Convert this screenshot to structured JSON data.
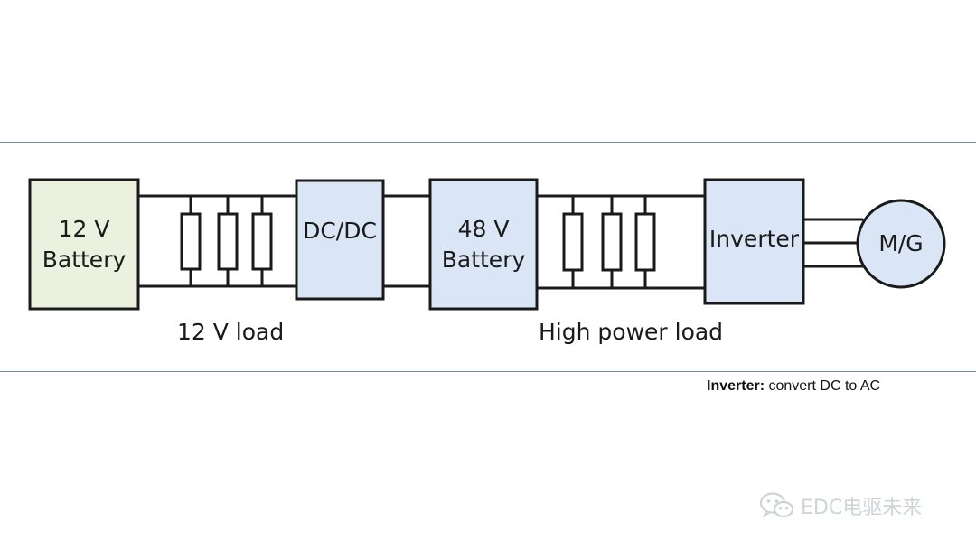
{
  "blocks": {
    "battery12": {
      "line1": "12 V",
      "line2": "Battery",
      "fill": "#ebf1de"
    },
    "dcdc": {
      "label": "DC/DC",
      "fill": "#dae5f5"
    },
    "battery48": {
      "line1": "48 V",
      "line2": "Battery",
      "fill": "#dae5f5"
    },
    "inverter": {
      "label": "Inverter",
      "fill": "#dae5f5"
    },
    "mg": {
      "label": "M/G"
    }
  },
  "captions": {
    "load12": "12 V load",
    "highpower": "High power load"
  },
  "note": {
    "term": "Inverter:",
    "text": " convert DC to AC"
  },
  "watermark": {
    "text": "EDC电驱未来",
    "icon": "wechat-icon"
  },
  "colors": {
    "outline": "#1a1a1a",
    "green_fill": "#ebf1de",
    "blue_fill": "#dae5f5",
    "rule": "#6f8fa3"
  }
}
